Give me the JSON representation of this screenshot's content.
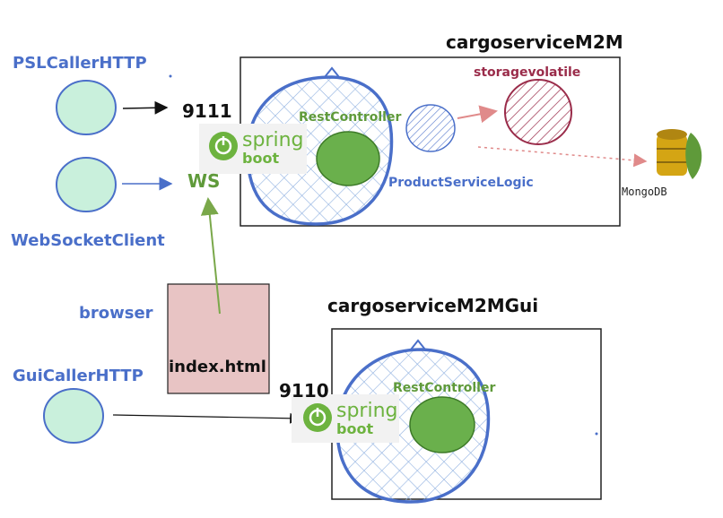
{
  "nodes": {
    "psl_caller": "PSLCallerHTTP",
    "ws_client": "WebSocketClient",
    "browser": "browser",
    "gui_caller": "GuiCallerHTTP",
    "index_html": "index.html"
  },
  "server_top": {
    "title": "cargoserviceM2M",
    "port": "9111",
    "ws": "WS",
    "rest_controller": "RestController",
    "product_logic": "ProductServiceLogic",
    "storage": "storagevolatile",
    "spring": "spring",
    "boot": "boot"
  },
  "server_bottom": {
    "title": "cargoserviceM2MGui",
    "port": "9110",
    "rest_controller": "RestController",
    "spring": "spring",
    "boot": "boot"
  },
  "database": {
    "label": "MongoDB"
  },
  "colors": {
    "client_fill": "#c9f0dc",
    "controller_green": "#6ab04c",
    "hexagon_blue": "#4a6fc9",
    "storage_maroon": "#9a2c4a",
    "browser_box": "#e8c4c4",
    "arrow_green": "#7aa84a",
    "arrow_red": "#e08a8a"
  }
}
